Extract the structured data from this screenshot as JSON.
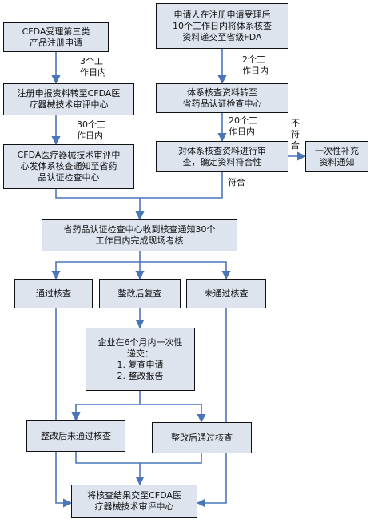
{
  "nodes": {
    "accept": "CFDA受理第三类\n产品注册申请",
    "applicant_submit": "申请人在注册申请受理后\n10个工作日内将体系核查\n资料递交至省级FDA",
    "transfer_cfda": "注册申报资料转至CFDA医\n疗器械技术审评中心",
    "transfer_provincial": "体系核查资料转至\n省药品认证检查中心",
    "review_center_notice": "CFDA医疗器械技术审评中\n心发体系核查通知至省药\n品认证检查中心",
    "review_docs": "对体系核查资料进行审\n查，确定资料符合性",
    "supplement_notice": "一次性补充\n资料通知",
    "onsite_inspection": "省药品认证检查中心收到核查通知30个\n工作日内完成现场考核",
    "pass": "通过核查",
    "recheck": "整改后复查",
    "fail": "未通过核查",
    "submit_within_6m": "企业在6个月内一次性\n递交：\n1. 复查申请\n2. 整改报告",
    "fail_after_fix": "整改后未通过核查",
    "pass_after_fix": "整改后通过核查",
    "final": "将核查结果交至CFDA医\n疗器械技术审评中心"
  },
  "labels": {
    "days3": "3个工\n作日内",
    "days2": "2个工\n作日内",
    "days30": "30个工\n作日内",
    "days20": "20个工\n作日内",
    "nonconform": "不\n符\n合",
    "conform": "符合"
  },
  "colors": {
    "node_fill": "#dde4ee",
    "border": "#111111",
    "connector": "#4a76b8"
  }
}
